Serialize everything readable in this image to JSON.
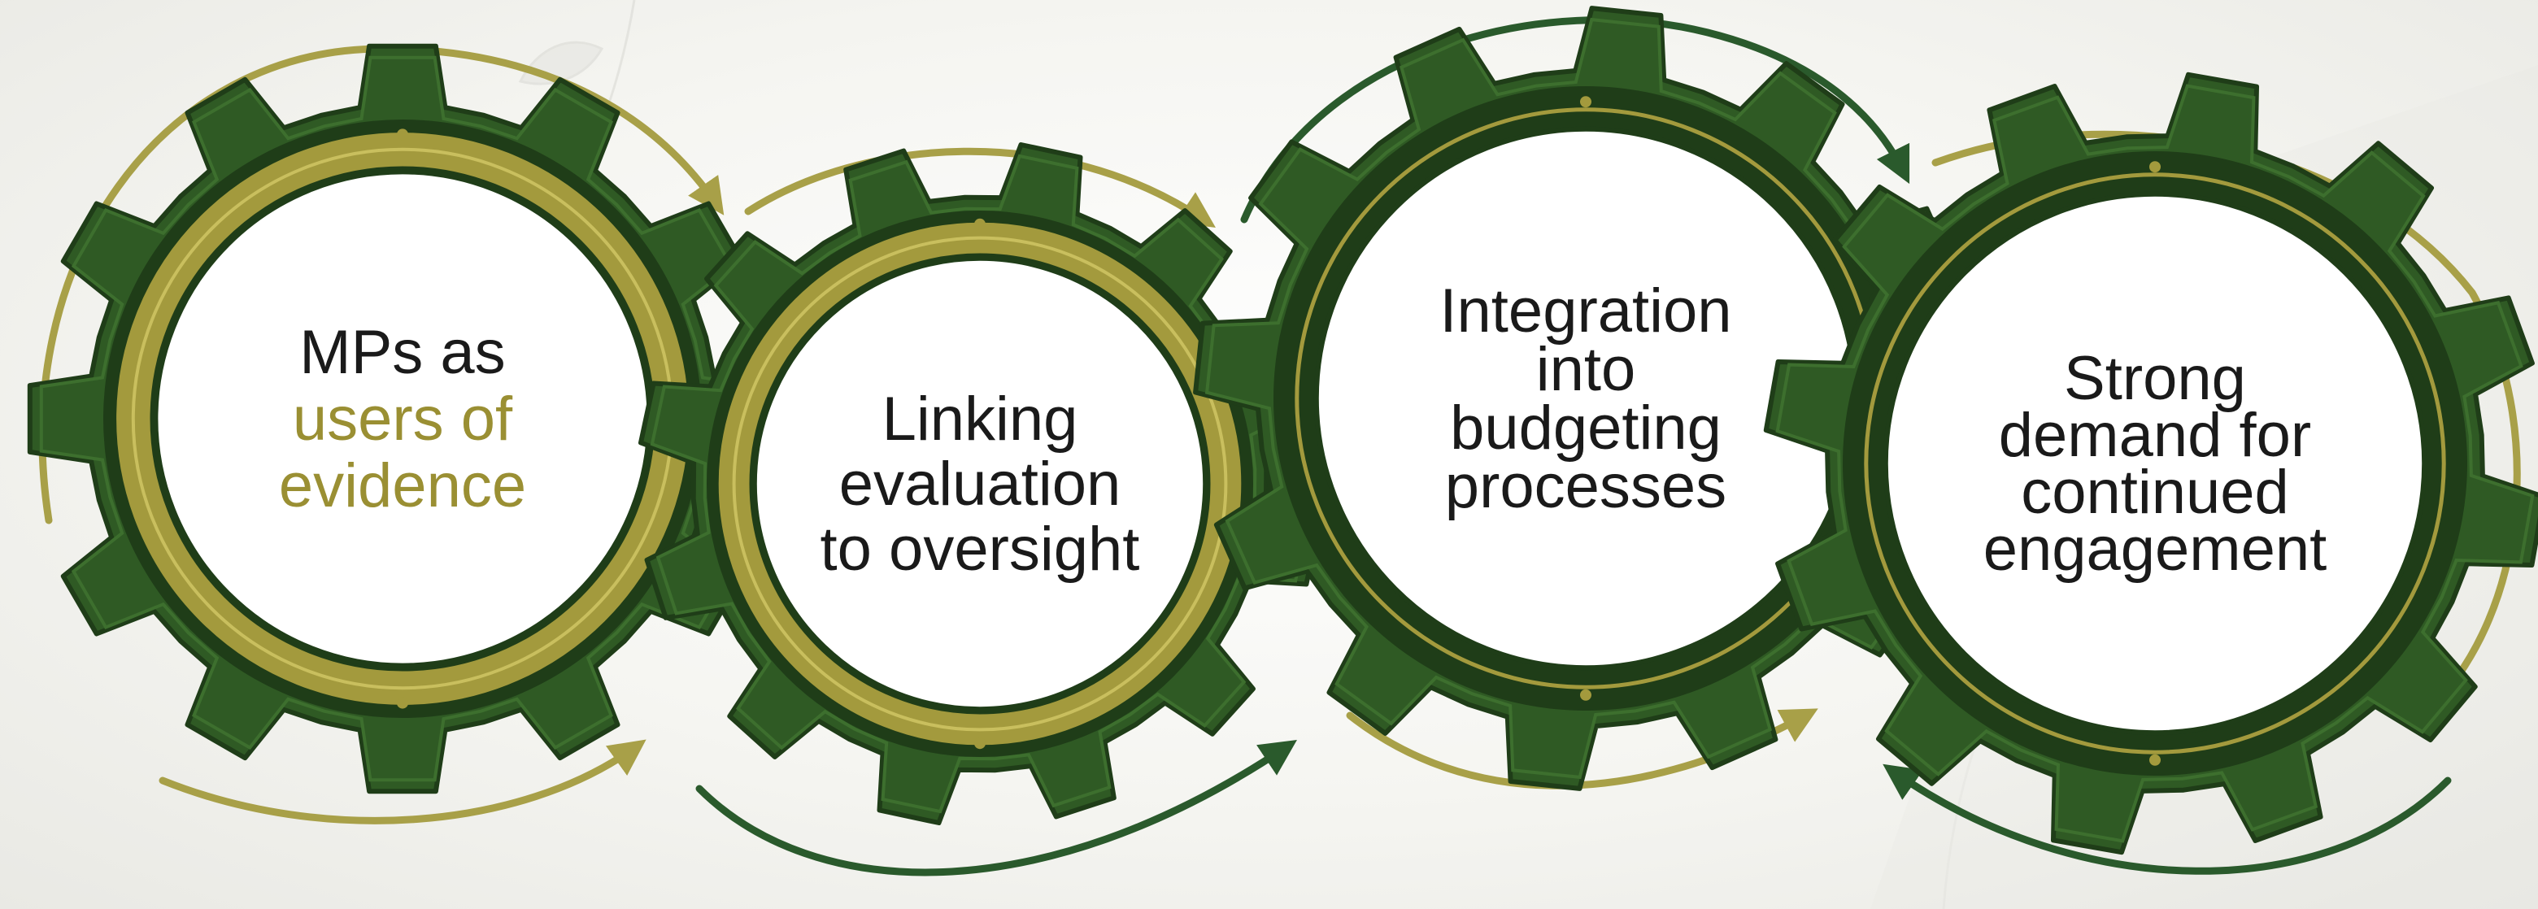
{
  "gears": [
    {
      "lines": [
        "MPs as",
        "users of",
        "evidence"
      ],
      "line_colors": [
        "#1a1a1a",
        "#9a8f33",
        "#9a8f33"
      ]
    },
    {
      "lines": [
        "Linking",
        "evaluation",
        "to oversight"
      ],
      "line_colors": [
        "#1a1a1a",
        "#1a1a1a",
        "#1a1a1a"
      ]
    },
    {
      "lines": [
        "Integration",
        "into",
        "budgeting",
        "processes"
      ],
      "line_colors": [
        "#1a1a1a",
        "#1a1a1a",
        "#1a1a1a",
        "#1a1a1a"
      ]
    },
    {
      "lines": [
        "Strong",
        "demand for",
        "continued",
        "engagement"
      ],
      "line_colors": [
        "#1a1a1a",
        "#1a1a1a",
        "#1a1a1a",
        "#1a1a1a"
      ]
    }
  ],
  "colors": {
    "gear_green": "#2f5a24",
    "gear_green_dark": "#1f3d18",
    "gold": "#a39a3d",
    "gold_light": "#c9bf5e",
    "arrow_green": "#2a5a2c",
    "arrow_gold": "#a8a048",
    "text_dark": "#1a1a1a"
  }
}
